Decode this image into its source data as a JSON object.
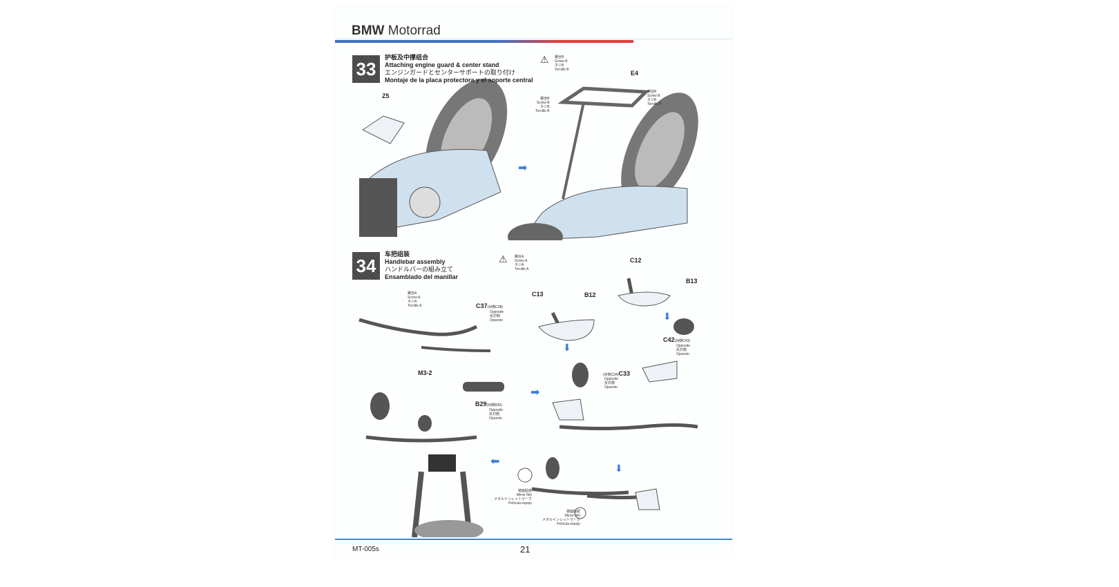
{
  "header": {
    "brand_bold": "BMW",
    "brand_rest": "Motorrad"
  },
  "step33": {
    "number": "33",
    "title_zh": "护板及中撑组合",
    "title_en": "Attaching engine guard & center stand",
    "title_ja": "エンジンガードとセンターサポートの取り付け",
    "title_es": "Montaje de la placa protectora y el soporte central",
    "screw": [
      "螺丝B",
      "Screw B",
      "ネジB",
      "Tornillo B"
    ],
    "labels": {
      "z5": "Z5",
      "e4": "E4"
    }
  },
  "step34": {
    "number": "34",
    "title_zh": "车把组装",
    "title_en": "Handlebar assembly",
    "title_ja": "ハンドルバーの組み立て",
    "title_es": "Ensamblado del manillar",
    "screw": [
      "螺丝A",
      "Screw A",
      "ネジA",
      "Tornillo A"
    ],
    "labels": {
      "c12": "C12",
      "b13": "B13",
      "c13": "C13",
      "b12": "B12",
      "c37": "C37",
      "c37_opp": "(对侧C38)",
      "m32": "M3-2",
      "b29": "B29",
      "b29_opp": "(对侧B30)",
      "c42": "C42",
      "c42_opp": "(对侧C43)",
      "c33": "C33",
      "c33_opp": "(对侧C34)"
    },
    "opposite": [
      "Opposite",
      "反対側",
      "Opuesto"
    ],
    "mirror": [
      "镜面贴纸",
      "Mirror film",
      "メタルインレットマーク",
      "Película espejo"
    ]
  },
  "footer": {
    "model": "MT-005s",
    "page": "21"
  }
}
